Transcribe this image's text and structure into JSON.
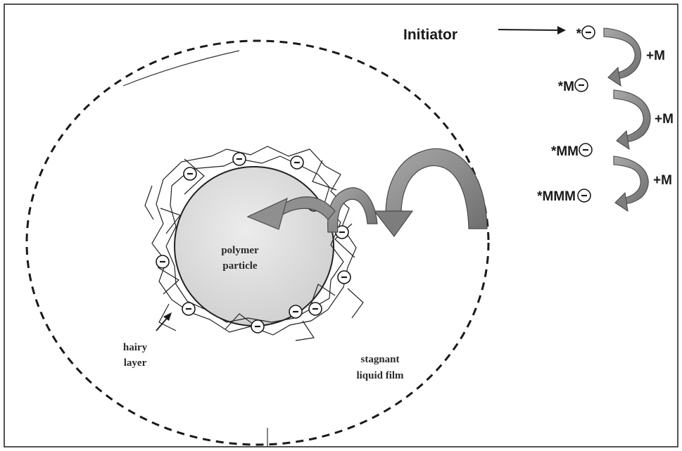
{
  "diagram": {
    "labels": {
      "initiator": "Initiator",
      "polymer_particle_line1": "polymer",
      "polymer_particle_line2": "particle",
      "hairy_layer_line1": "hairy",
      "hairy_layer_line2": "layer",
      "stagnant_film_line1": "stagnant",
      "stagnant_film_line2": "liquid film"
    },
    "chain": {
      "species": [
        "*",
        "*M",
        "*MM",
        "*MMM"
      ],
      "monomer_additions": [
        "+M",
        "+M",
        "+M"
      ]
    },
    "charge_symbol": "−",
    "colors": {
      "arrow_fill": "#8c8c8c",
      "arrow_dark": "#5e5e5e",
      "particle_fill": "#e2e2e2",
      "ink": "#1a1a1a"
    }
  }
}
